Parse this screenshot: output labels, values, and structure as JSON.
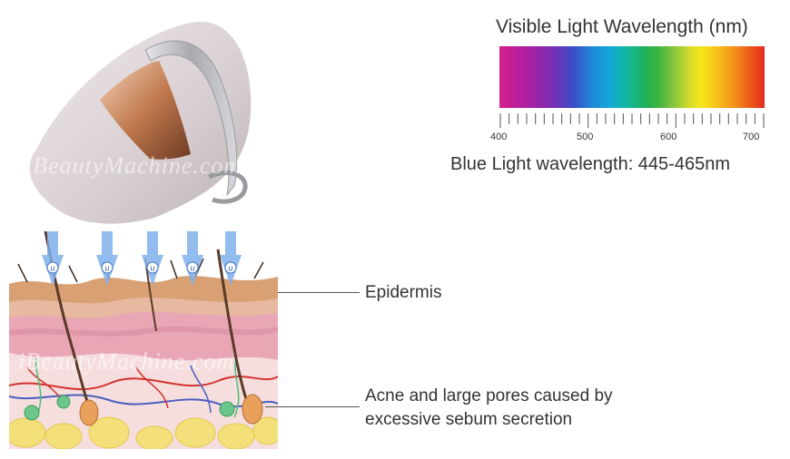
{
  "spectrum": {
    "title": "Visible Light Wavelength (nm)",
    "tick_labels": [
      "400",
      "500",
      "600",
      "700"
    ],
    "blue_light_note": "Blue Light wavelength: 445-465nm"
  },
  "labels": {
    "epidermis": "Epidermis",
    "acne_line1": "Acne and large pores caused by",
    "acne_line2": "excessive sebum secretion"
  },
  "watermark": "iBeautyMachine.com",
  "arrow_letter": "u",
  "colors": {
    "mask_shell": "#d8d0d3",
    "mask_band": "#b8b8bc",
    "mask_visor": "#c98a62",
    "arrow": "#7fb0ea",
    "skin_pink": "#e9a7b6",
    "fat_yellow": "#f4e07a"
  }
}
